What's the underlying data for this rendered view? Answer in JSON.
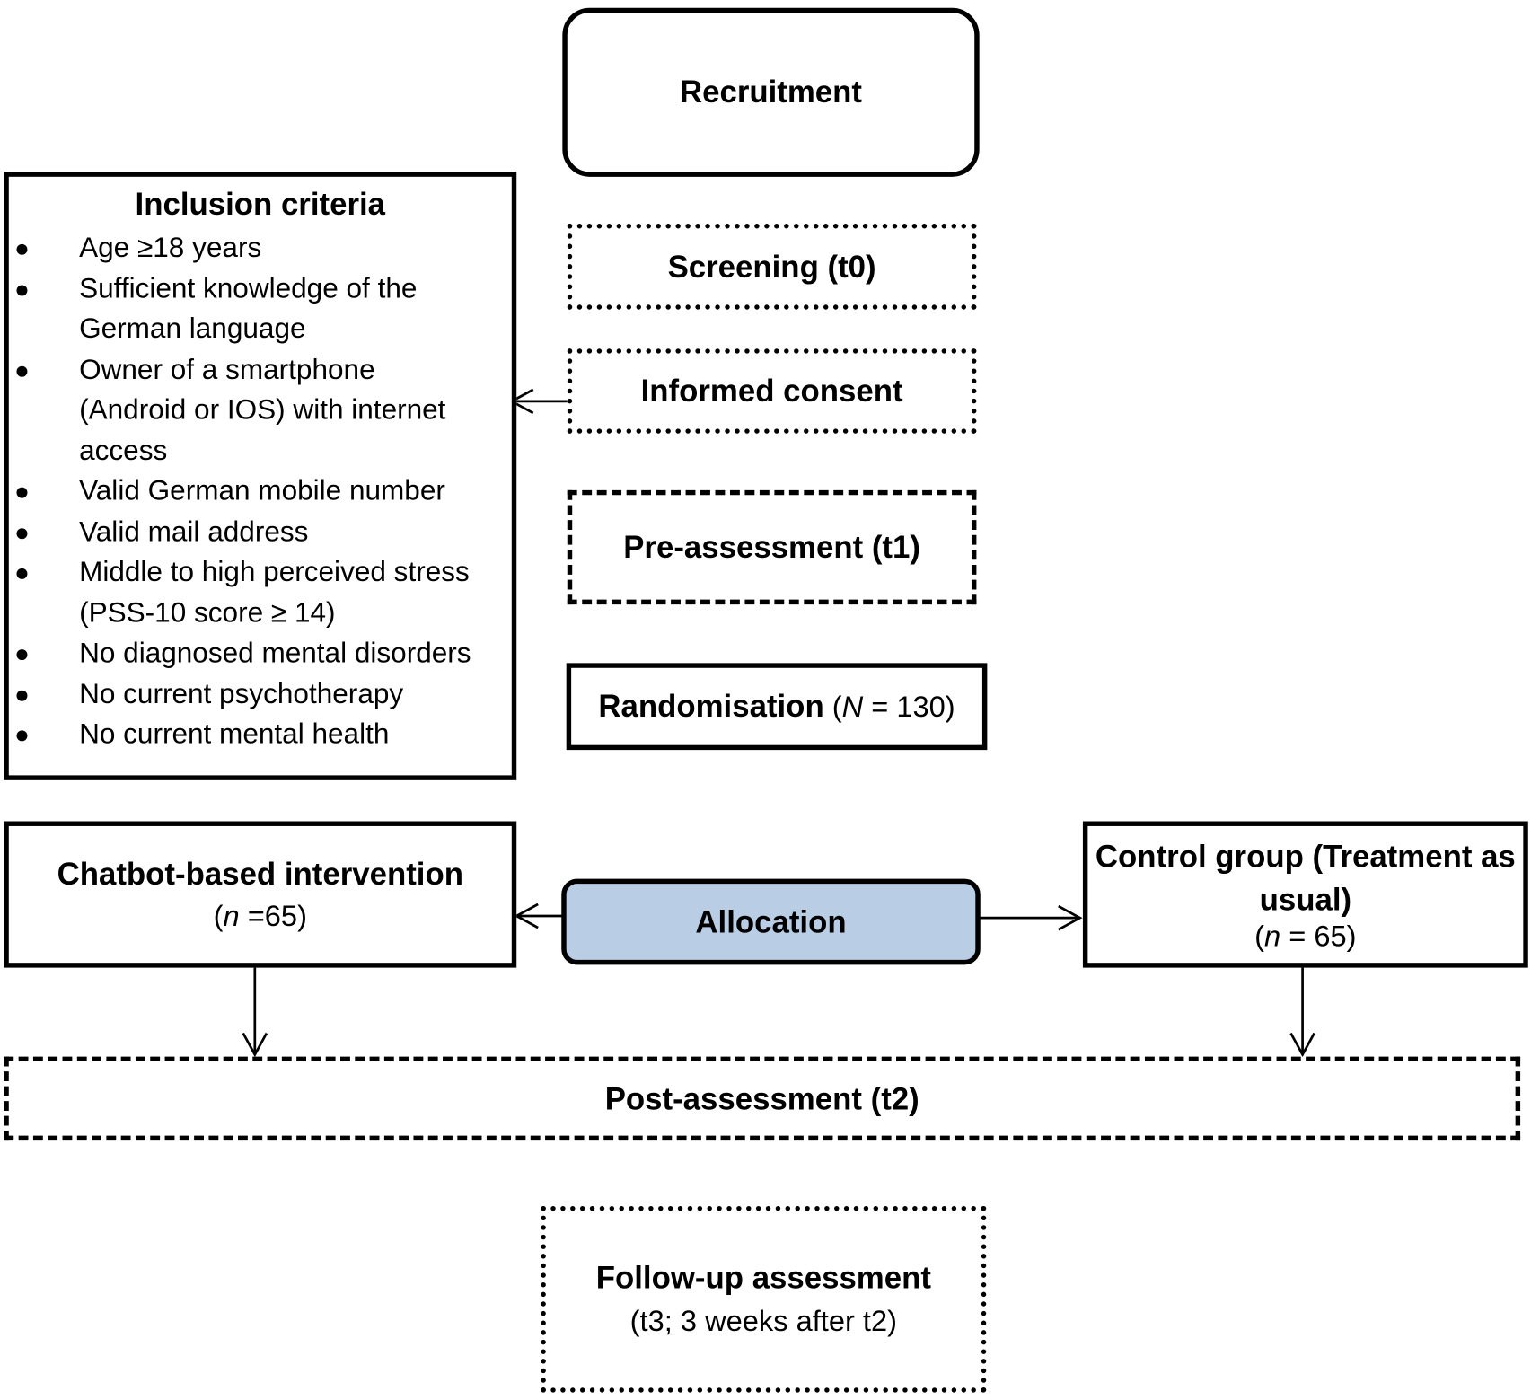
{
  "recruitment": "Recruitment",
  "inclusion": {
    "title": "Inclusion criteria",
    "items": [
      "Age ≥18 years",
      "Sufficient knowledge of the German language",
      "Owner of a smartphone (Android or IOS) with internet access",
      "Valid German mobile number",
      "Valid mail address",
      "Middle to high perceived stress (PSS-10 score ≥ 14)",
      "No diagnosed mental disorders",
      "No current psychotherapy",
      "No current mental health"
    ]
  },
  "screening": "Screening (t0)",
  "consent": "Informed consent",
  "pre": "Pre-assessment (t1)",
  "randomisation": {
    "label": "Randomisation",
    "n_var": "N",
    "n_rest": " = 130)"
  },
  "allocation": {
    "label": "Allocation",
    "fill": "#b9cde5"
  },
  "chatbot": {
    "label": "Chatbot-based intervention",
    "n_var": "n",
    "n_rest": " =65)"
  },
  "control": {
    "label": "Control group (Treatment as usual)",
    "n_var": "n",
    "n_rest": " = 65)"
  },
  "post": "Post-assessment (t2)",
  "followup": {
    "label": "Follow-up assessment",
    "sub": "(t3; 3 weeks after t2)"
  }
}
